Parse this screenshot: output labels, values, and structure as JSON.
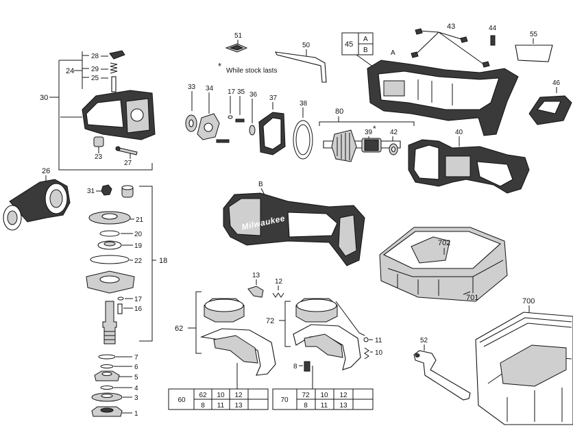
{
  "note": "While stock lasts",
  "note_mark": "*",
  "star": "*",
  "labels": {
    "l1": "1",
    "l3": "3",
    "l4": "4",
    "l5": "5",
    "l6": "6",
    "l7": "7",
    "l10": "10",
    "l11": "11",
    "l12": "12",
    "l13": "13",
    "l16": "16",
    "l17a": "17",
    "l17b": "17",
    "l18": "18",
    "l19": "19",
    "l20": "20",
    "l21": "21",
    "l22": "22",
    "l23": "23",
    "l24": "24",
    "l25": "25",
    "l26": "26",
    "l27": "27",
    "l28": "28",
    "l29": "29",
    "l30": "30",
    "l31": "31",
    "l33": "33",
    "l34": "34",
    "l35": "35",
    "l36": "36",
    "l37": "37",
    "l38": "38",
    "l39": "39",
    "l40": "40",
    "l42": "42",
    "l43": "43",
    "l44": "44",
    "l46": "46",
    "l50": "50",
    "l51": "51",
    "l52": "52",
    "l55": "55",
    "l62": "62",
    "l72": "72",
    "l80": "80",
    "l8": "8",
    "l700": "700",
    "l701": "701",
    "l702": "702",
    "lA": "A",
    "lB": "B"
  },
  "box45": {
    "num": "45",
    "a": "A",
    "b": "B"
  },
  "table60": {
    "id": "60",
    "row1": [
      "62",
      "10",
      "12",
      ""
    ],
    "row2": [
      "8",
      "11",
      "13",
      ""
    ]
  },
  "table70": {
    "id": "70",
    "row1": [
      "72",
      "10",
      "12",
      ""
    ],
    "row2": [
      "8",
      "11",
      "13",
      ""
    ]
  },
  "brand": "Milwaukee"
}
